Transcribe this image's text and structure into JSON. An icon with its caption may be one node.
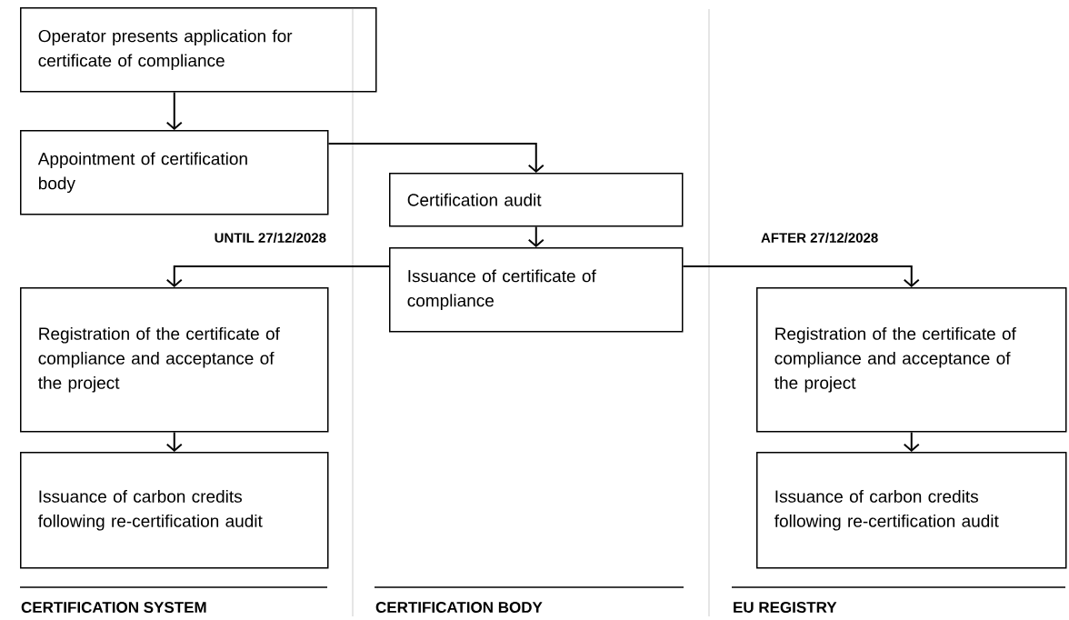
{
  "diagram": {
    "nodes": [
      {
        "text": [
          "Operator presents application for certificate of compliance"
        ]
      },
      {
        "text": [
          "Appointment of certification body"
        ]
      },
      {
        "text": [
          "Certification audit"
        ]
      },
      {
        "text": [
          "Issuance of certificate of compliance"
        ]
      },
      {
        "text": [
          "Registration of the certificate of compliance and acceptance of the project"
        ]
      },
      {
        "text": [
          "Issuance of carbon credits following re-certification audit"
        ]
      },
      {
        "text": [
          "Registration of the certificate of compliance and acceptance of the project"
        ]
      },
      {
        "text": [
          "Issuance of carbon credits following re-certification audit"
        ]
      }
    ],
    "edges": [
      {
        "from": 0,
        "to": 1,
        "arrow": "to"
      },
      {
        "from": 1,
        "to": 2,
        "arrow": "to"
      },
      {
        "from": 2,
        "to": 3,
        "arrow": "to"
      },
      {
        "from": 3,
        "to": 4,
        "arrow": "to",
        "label": "UNTIL 27/12/2028"
      },
      {
        "from": 3,
        "to": 6,
        "arrow": "to",
        "label": "AFTER 27/12/2028"
      },
      {
        "from": 4,
        "to": 5,
        "arrow": "to"
      },
      {
        "from": 6,
        "to": 7,
        "arrow": "to"
      }
    ],
    "labels": [
      "CERTIFICATION SYSTEM",
      "CERTIFICATION BODY",
      "EU REGISTRY"
    ]
  }
}
